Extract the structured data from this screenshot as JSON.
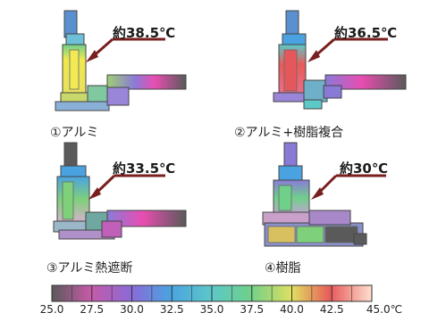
{
  "panels": [
    {
      "label": "①アルミ",
      "temperature": "約38.5℃"
    },
    {
      "label": "②アルミ+樹脂複合",
      "temperature": "約36.5℃"
    },
    {
      "label": "③アルミ熱遮断",
      "temperature": "約33.5℃"
    },
    {
      "label": "④樹脂",
      "temperature": "約30℃"
    }
  ],
  "scale": {
    "ticks": [
      "25.0",
      "27.5",
      "30.0",
      "32.5",
      "35.0",
      "37.5",
      "40.0",
      "42.5",
      "45.0℃"
    ],
    "colors": [
      "#5a5a5a",
      "#e94db1",
      "#7b6fd6",
      "#4aa3e0",
      "#5cc8c8",
      "#6fd08a",
      "#e0e060",
      "#e85a5a",
      "#fde0cf"
    ]
  },
  "colors": {
    "arrow": "#7a1f1f",
    "frame": "#555555"
  }
}
